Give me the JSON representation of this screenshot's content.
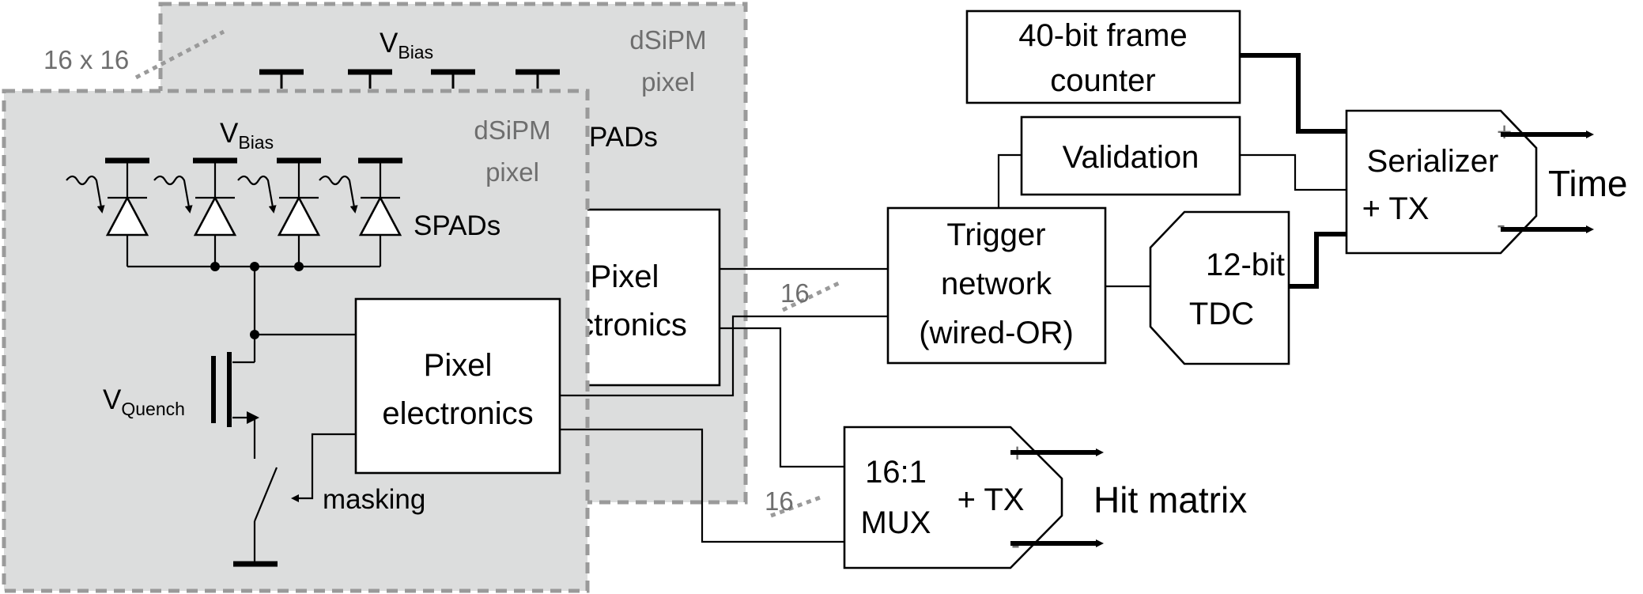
{
  "array_size_label": "16 x 16",
  "pixel_back": {
    "title_line1": "dSiPM",
    "title_line2": "pixel",
    "vbias_main": "V",
    "vbias_sub": "Bias",
    "spads_label_partial": "PADs",
    "electronics_line1": "Pixel",
    "electronics_line2": "ctronics"
  },
  "pixel_front": {
    "title_line1": "dSiPM",
    "title_line2": "pixel",
    "vbias_main": "V",
    "vbias_sub": "Bias",
    "spads_label": "SPADs",
    "vquench_main": "V",
    "vquench_sub": "Quench",
    "electronics_line1": "Pixel",
    "electronics_line2": "electronics",
    "masking_label": "masking"
  },
  "blocks": {
    "frame_counter_line1": "40-bit frame",
    "frame_counter_line2": "counter",
    "validation": "Validation",
    "trigger_line1": "Trigger",
    "trigger_line2": "network",
    "trigger_line3": "(wired-OR)",
    "tdc_line1": "12-bit",
    "tdc_line2": "TDC",
    "serializer_line1": "Serializer",
    "serializer_line2": "+ TX",
    "mux_line1": "16:1",
    "mux_line2": "MUX",
    "mux_tx": "+ TX"
  },
  "bus_labels": {
    "trigger_bus": "16",
    "mux_bus": "16"
  },
  "outputs": {
    "time": "Time",
    "hit_matrix": "Hit matrix"
  },
  "diff_signs": {
    "plus": "+",
    "minus": "-"
  }
}
